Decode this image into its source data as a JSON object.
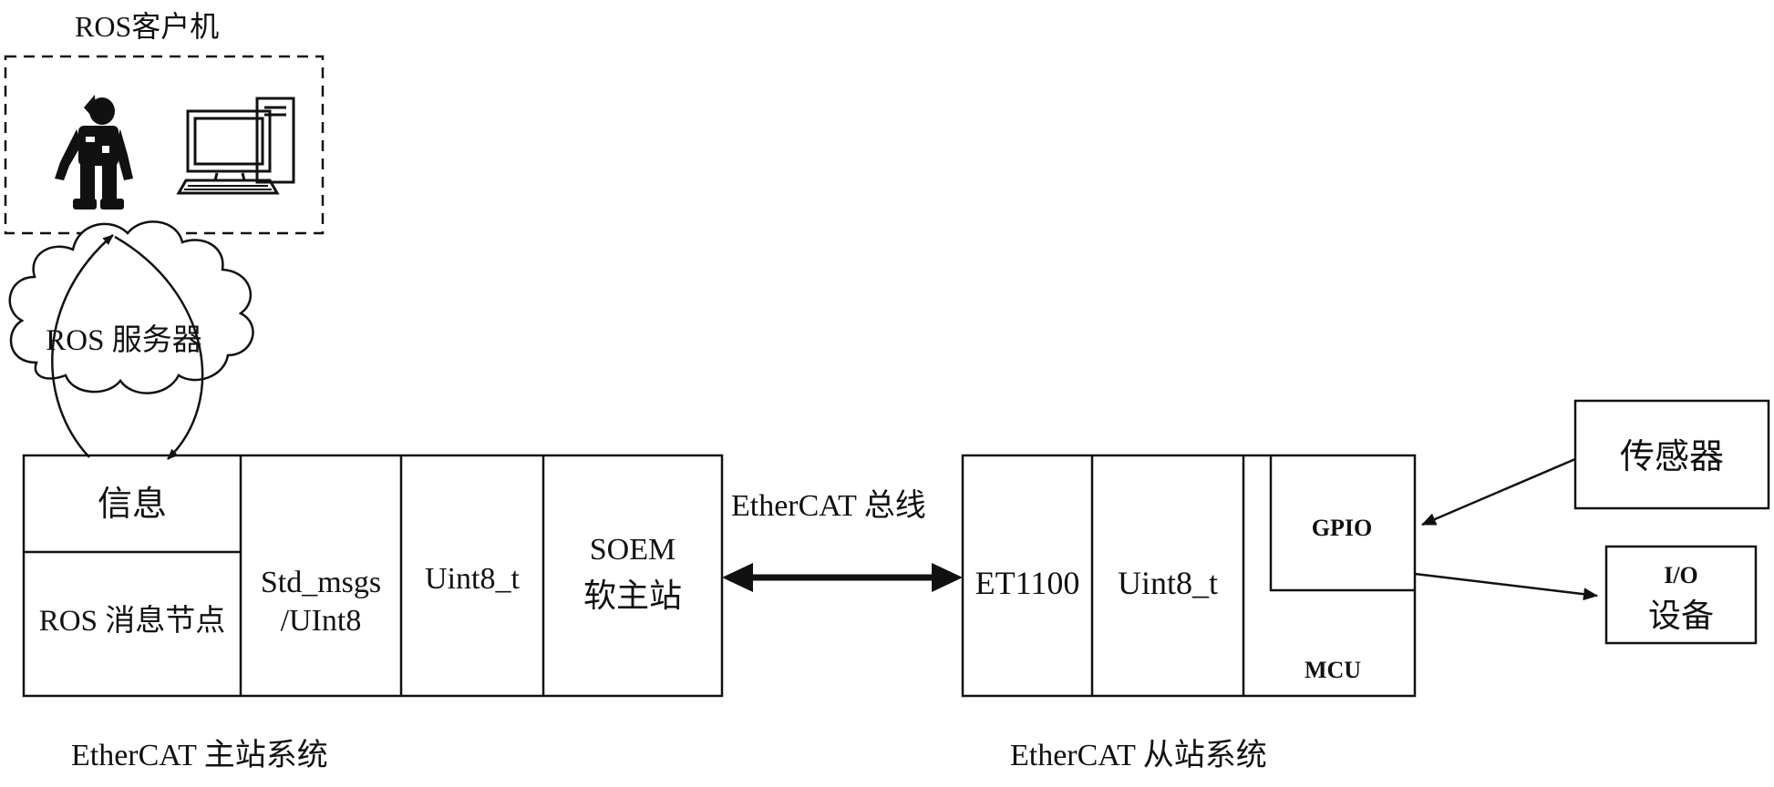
{
  "client": {
    "title": "ROS客户机",
    "icons": [
      "robot-icon",
      "desktop-computer-icon"
    ]
  },
  "cloud": {
    "label": "ROS 服务器"
  },
  "master": {
    "col1_top": "信息",
    "col1_bottom": "ROS 消息节点",
    "col2_line1": "Std_msgs",
    "col2_line2": "/UInt8",
    "col3": "Uint8_t",
    "col4_line1": "SOEM",
    "col4_line2": "软主站",
    "caption": "EtherCAT 主站系统"
  },
  "bus": {
    "label": "EtherCAT 总线"
  },
  "slave": {
    "col1": "ET1100",
    "col2": "Uint8_t",
    "gpio": "GPIO",
    "mcu": "MCU",
    "caption": "EtherCAT 从站系统"
  },
  "sensor": {
    "label": "传感器"
  },
  "io": {
    "line1": "I/O",
    "line2": "设备"
  }
}
